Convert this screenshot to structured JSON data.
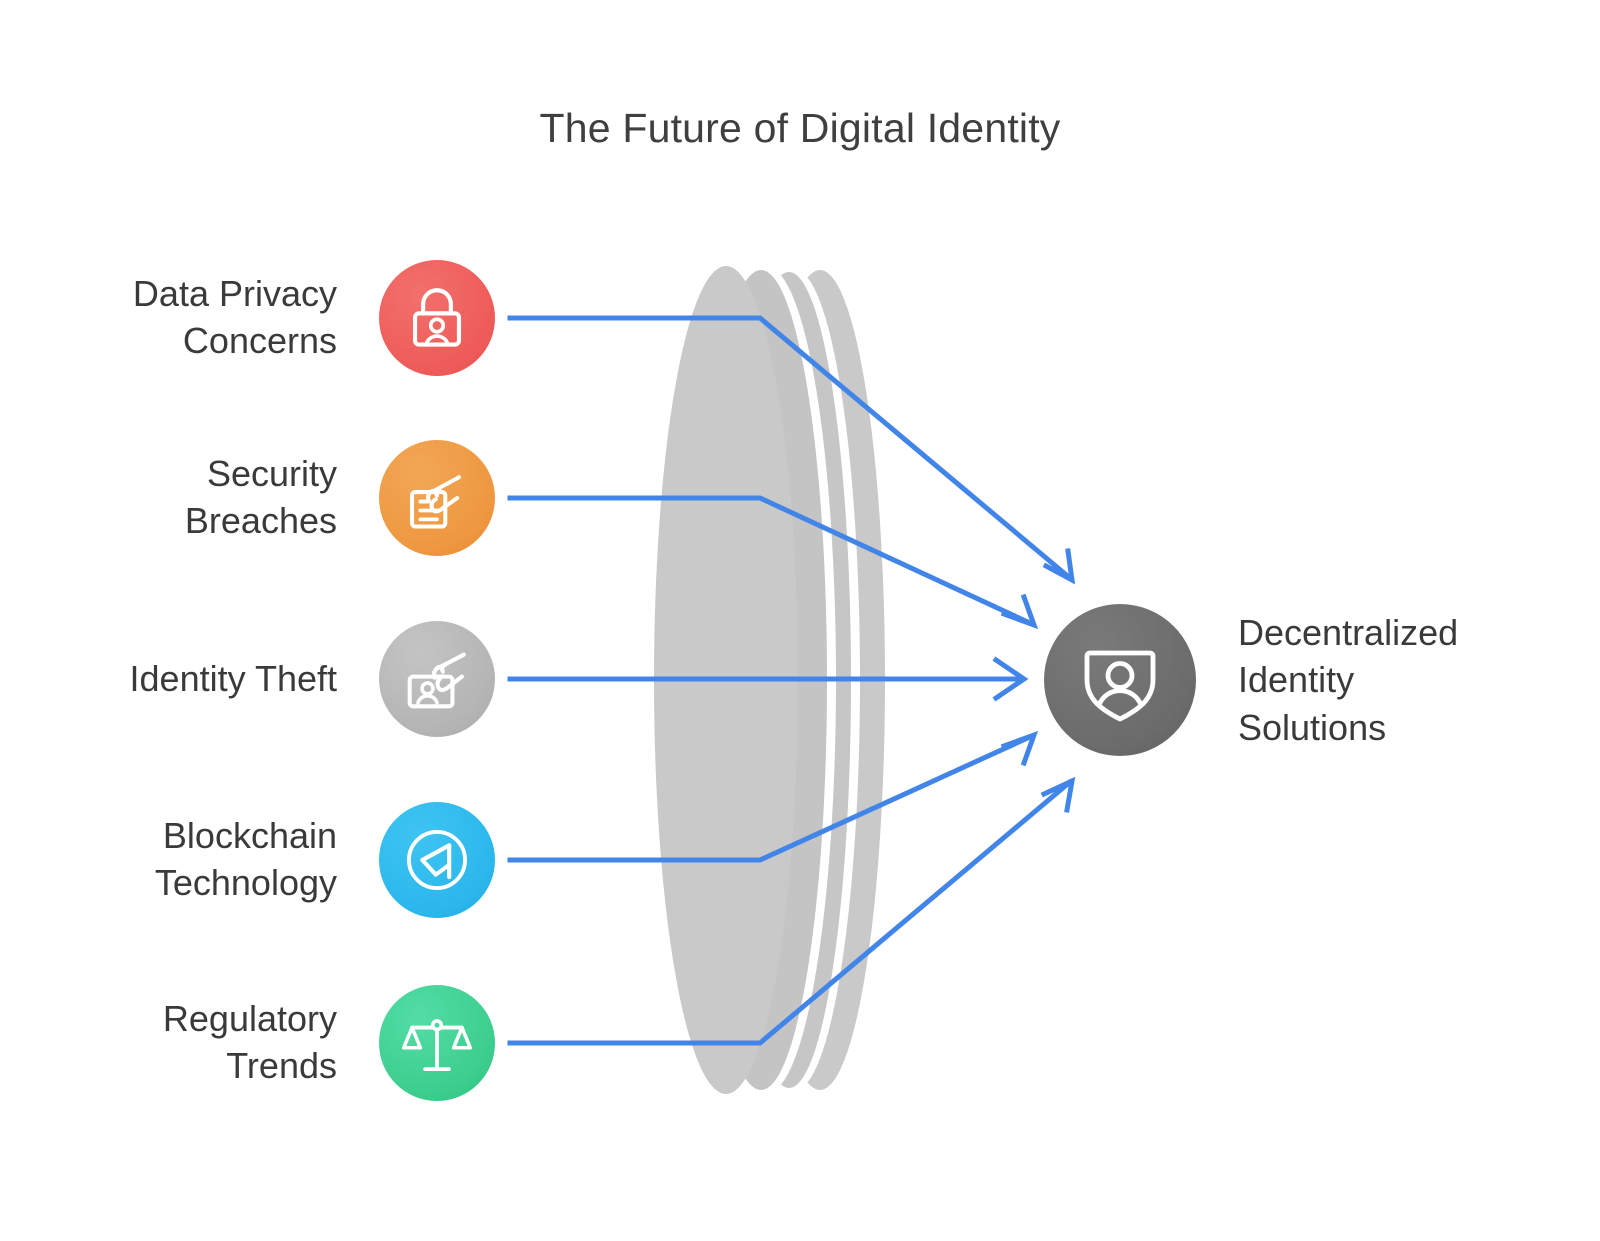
{
  "title": "The Future of Digital Identity",
  "colors": {
    "background": "#ffffff",
    "text": "#3a3a3a",
    "connector": "#4285e8",
    "lens_light": "#cccccc",
    "lens_mid": "#c6c6c6",
    "lens_dark": "#bdbdbd",
    "target_circle": "#6b6b6b",
    "node_red": "#ef5f5c",
    "node_orange": "#ee9a3e",
    "node_gray": "#b2b2b2",
    "node_blue": "#2cb8ed",
    "node_green": "#3ecd8e"
  },
  "sources": [
    {
      "id": "data-privacy-concerns",
      "label": "Data Privacy\nConcerns",
      "icon": "padlock-person-icon",
      "color": "#ef5f5c",
      "color_end": "#e8504f"
    },
    {
      "id": "security-breaches",
      "label": "Security\nBreaches",
      "icon": "hand-document-icon",
      "color": "#f0a14a",
      "color_end": "#ea8c2e"
    },
    {
      "id": "identity-theft",
      "label": "Identity Theft",
      "icon": "id-card-hand-icon",
      "color": "#bdbdbd",
      "color_end": "#a8a8a8"
    },
    {
      "id": "blockchain-technology",
      "label": "Blockchain\nTechnology",
      "icon": "blockchain-token-icon",
      "color": "#31bdf0",
      "color_end": "#23b3e8"
    },
    {
      "id": "regulatory-trends",
      "label": "Regulatory\nTrends",
      "icon": "balance-scales-icon",
      "color": "#44d69a",
      "color_end": "#35c685"
    }
  ],
  "target": {
    "id": "decentralized-identity-solutions",
    "label": "Decentralized\nIdentity\nSolutions",
    "icon": "shield-person-icon",
    "color": "#6b6b6b",
    "color_end": "#5e5e5e"
  },
  "lens": {
    "name": "convergence-lens",
    "slices": 3
  },
  "connectors": [
    {
      "id": "connector-data-privacy-concerns",
      "from": "data-privacy-concerns",
      "to": "decentralized-identity-solutions"
    },
    {
      "id": "connector-security-breaches",
      "from": "security-breaches",
      "to": "decentralized-identity-solutions"
    },
    {
      "id": "connector-identity-theft",
      "from": "identity-theft",
      "to": "decentralized-identity-solutions"
    },
    {
      "id": "connector-blockchain-technology",
      "from": "blockchain-technology",
      "to": "decentralized-identity-solutions"
    },
    {
      "id": "connector-regulatory-trends",
      "from": "regulatory-trends",
      "to": "decentralized-identity-solutions"
    }
  ]
}
